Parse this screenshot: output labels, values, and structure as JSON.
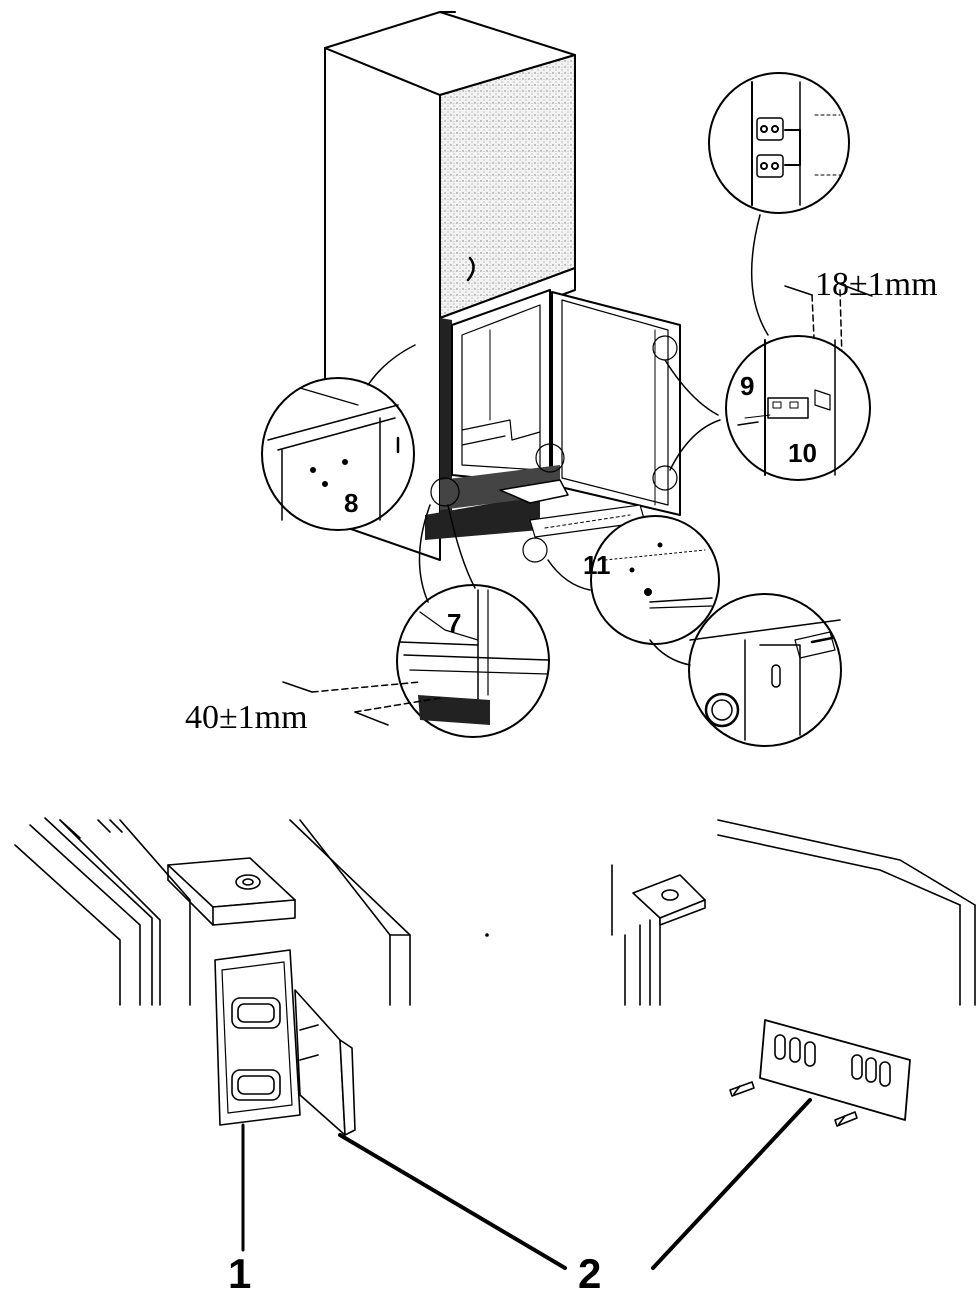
{
  "labels": {
    "l8": "8",
    "l7": "7",
    "l9": "9",
    "l10": "10",
    "l11": "11",
    "l1": "1",
    "l2": "2"
  },
  "dimensions": {
    "top_gap": "18±1mm",
    "bottom_gap": "40±1mm"
  }
}
